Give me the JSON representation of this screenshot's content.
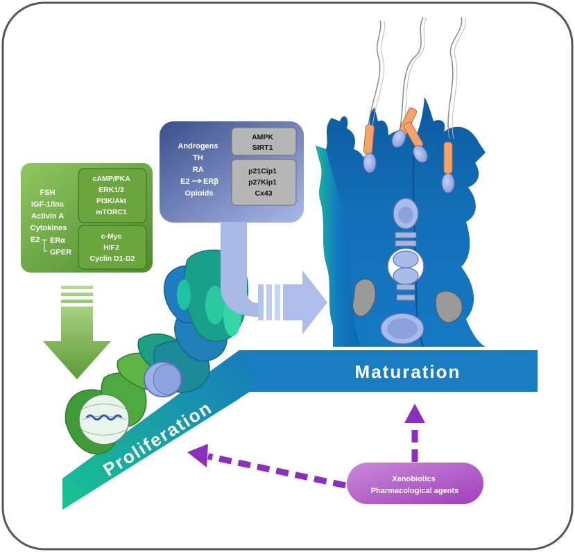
{
  "green_box": {
    "factors": [
      "FSH",
      "IGF-1/Ins",
      "Activin A",
      "Cytokines",
      "E2",
      "ERα",
      "GPER"
    ],
    "pathways": [
      "cAMP/PKA",
      "ERK1/2",
      "PI3K/Akt",
      "mTORC1"
    ],
    "targets": [
      "c-Myc",
      "HIF2",
      "Cyclin D1-D2"
    ]
  },
  "blue_box": {
    "factors": [
      "Androgens",
      "TH",
      "RA",
      "E2",
      "ERβ",
      "Opioids"
    ],
    "kinases": [
      "AMPK",
      "SIRT1"
    ],
    "targets": [
      "p21Cip1",
      "p27Kip1",
      "Cx43"
    ]
  },
  "labels": {
    "proliferation": "Proliferation",
    "maturation": "Maturation",
    "xenobiotics_line1": "Xenobiotics",
    "xenobiotics_line2": "Pharmacological agents"
  },
  "colors": {
    "green_box": "#6aa53e",
    "blue_box": "#5068a8",
    "maturation_band": "#1a7dc1",
    "proliferation_band": "#18b889",
    "purple": "#8b2fbf",
    "xeno_pill": "#b04fc4"
  }
}
